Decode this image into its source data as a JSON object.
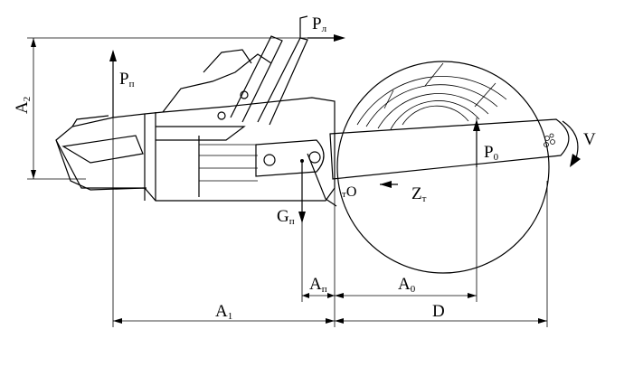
{
  "labels": {
    "p_l": {
      "main": "P",
      "sub": "л"
    },
    "p_p": {
      "main": "P",
      "sub": "п"
    },
    "a2": {
      "main": "A",
      "sub": "2"
    },
    "p0": {
      "main": "P",
      "sub": "0"
    },
    "v": "V",
    "t_o": {
      "sub": "т",
      "main": "O"
    },
    "z_t": {
      "main": "Z",
      "sub": "т"
    },
    "g_p": {
      "main": "G",
      "sub": "п"
    },
    "a_p": {
      "main": "A",
      "sub": "п"
    },
    "a0": {
      "main": "A",
      "sub": "0"
    },
    "a1": {
      "main": "A",
      "sub": "1"
    },
    "d": "D"
  }
}
